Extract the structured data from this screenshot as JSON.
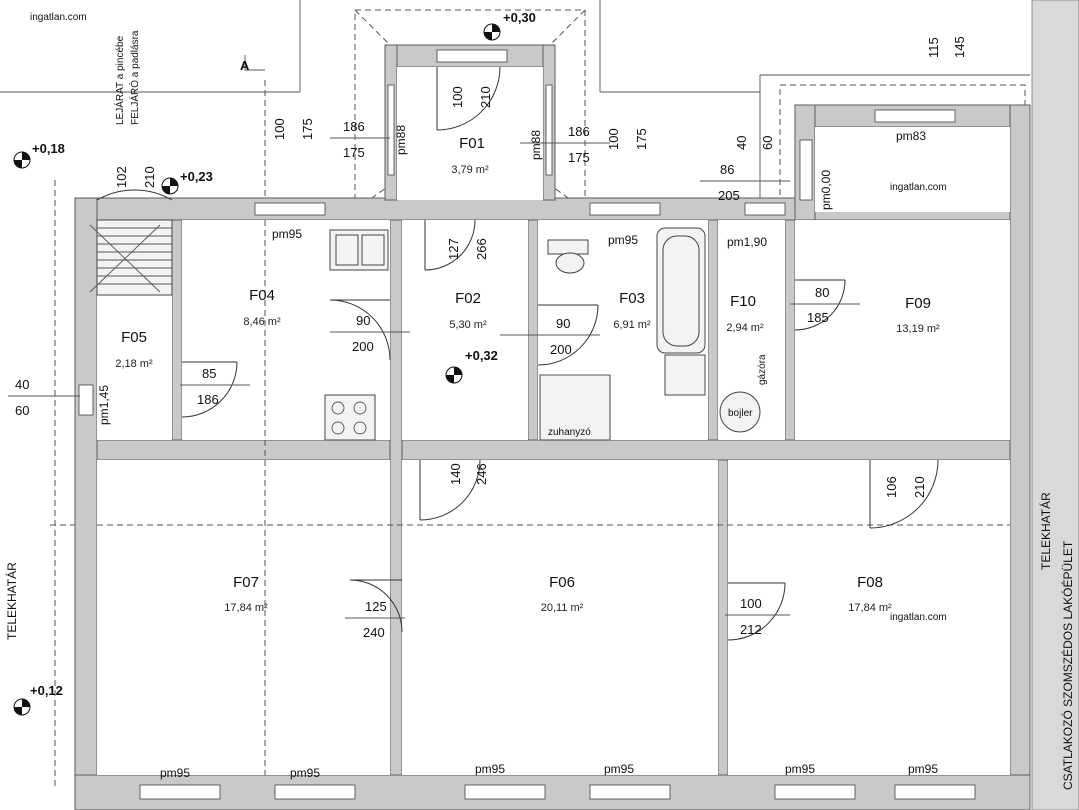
{
  "rooms": [
    {
      "code": "F01",
      "area": "3,79 m²"
    },
    {
      "code": "F02",
      "area": "5,30 m²"
    },
    {
      "code": "F03",
      "area": "6,91 m²"
    },
    {
      "code": "F04",
      "area": "8,46 m²"
    },
    {
      "code": "F05",
      "area": "2,18 m²"
    },
    {
      "code": "F06",
      "area": "20,11 m²"
    },
    {
      "code": "F07",
      "area": "17,84 m²"
    },
    {
      "code": "F08",
      "area": "17,84 m²"
    },
    {
      "code": "F09",
      "area": "13,19 m²"
    },
    {
      "code": "F10",
      "area": "2,94 m²"
    }
  ],
  "elevations": [
    "+0,30",
    "+0,18",
    "+0,23",
    "+0,32",
    "+0,12"
  ],
  "window_marks": [
    "pm95",
    "pm88",
    "pm83",
    "pm0,00",
    "pm1,90",
    "pm1,45"
  ],
  "dimensions": {
    "top_right": [
      "115",
      "145"
    ],
    "f01_door": [
      "100",
      "210"
    ],
    "left_window": [
      "100",
      "175"
    ],
    "right_window": [
      "100",
      "175"
    ],
    "left_186": [
      "186",
      "175"
    ],
    "right_186": [
      "186",
      "175"
    ],
    "f09_window": [
      "40",
      "60"
    ],
    "f09_86": [
      "86",
      "205"
    ],
    "stair": [
      "102",
      "210"
    ],
    "f02_top_door": [
      "127",
      "266"
    ],
    "f04_door": [
      "90",
      "200"
    ],
    "f03_door": [
      "90",
      "200"
    ],
    "f10_door": [
      "80",
      "185"
    ],
    "f05_door": [
      "85",
      "186"
    ],
    "left_wall": [
      "40",
      "60"
    ],
    "f06_top_door": [
      "140",
      "246"
    ],
    "f09_door": [
      "106",
      "210"
    ],
    "f07_door": [
      "125",
      "240"
    ],
    "f08_door": [
      "100",
      "212"
    ]
  },
  "labels": {
    "section": "A",
    "stair_note_1": "LEJÁRAT a pincébe",
    "stair_note_2": "FELJÁRÓ a padlásra",
    "shower": "zuhanyzó",
    "boiler": "bojler",
    "gas_meter": "gázóra",
    "boundary_left": "TELEKHATÁR",
    "boundary_right": "TELEKHATÁR",
    "neighbor_note": "CSATLAKOZÓ SZOMSZÉDOS LAKÓÉPÜLET",
    "watermark": "ingatlan.com"
  }
}
